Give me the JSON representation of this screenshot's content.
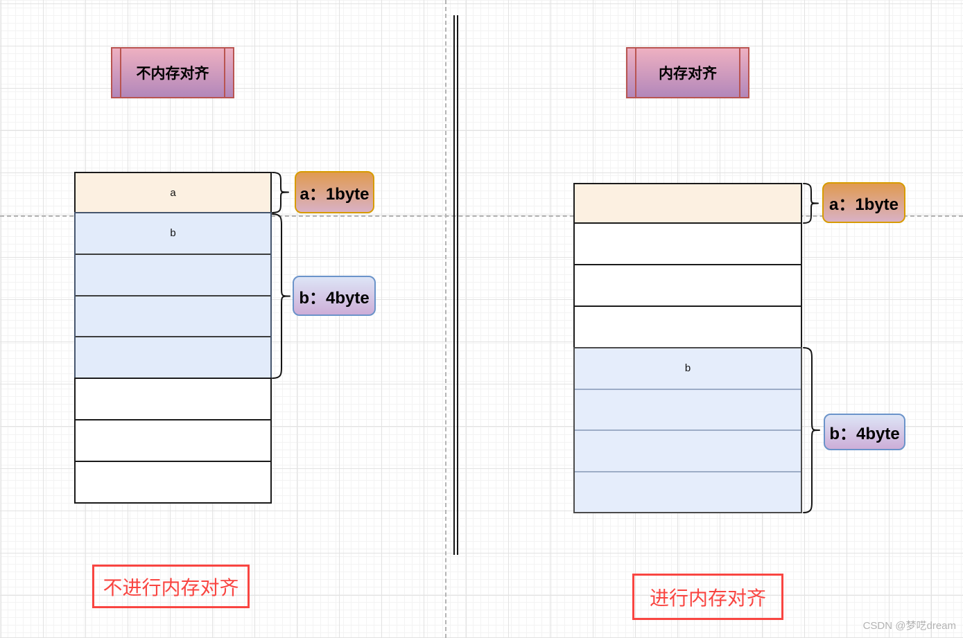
{
  "canvas": {
    "watermark": "CSDN @梦呓dream"
  },
  "left": {
    "title": "不内存对齐",
    "caption": "不进行内存对齐",
    "stack": {
      "a_cell": {
        "label": "a",
        "rows": 1
      },
      "b_block": {
        "label": "b",
        "rows": 4
      },
      "free_rows": 3
    },
    "callouts": {
      "a": {
        "text": "a：1byte"
      },
      "b": {
        "text": "b：4byte"
      }
    }
  },
  "right": {
    "title": "内存对齐",
    "caption": "进行内存对齐",
    "stack": {
      "a_cell": {
        "label": "",
        "rows": 1
      },
      "padding_rows": 3,
      "b_block": {
        "label": "b",
        "rows": 4
      }
    },
    "callouts": {
      "a": {
        "text": "a：1byte"
      },
      "b": {
        "text": "b：4byte"
      }
    }
  },
  "colors": {
    "title_border": "#b85450",
    "title_gradient_top": "#eeb0c1",
    "title_gradient_bottom": "#b287ba",
    "callout_a_border": "#d79b00",
    "callout_a_gradient_top": "#e09a50",
    "callout_a_gradient_bottom": "#d9b1c5",
    "callout_b_border": "#6a93c9",
    "callout_b_gradient_top": "#dde5f6",
    "callout_b_gradient_bottom": "#cdaed8",
    "caption_red": "#f94541",
    "cell_a_fill": "#fcf0e1",
    "cell_b_fill_left": "#e2ebfa",
    "cell_b_fill_right": "#e5edfb",
    "grid_major": "#e2e2e2",
    "grid_minor": "#f3f3f3"
  }
}
